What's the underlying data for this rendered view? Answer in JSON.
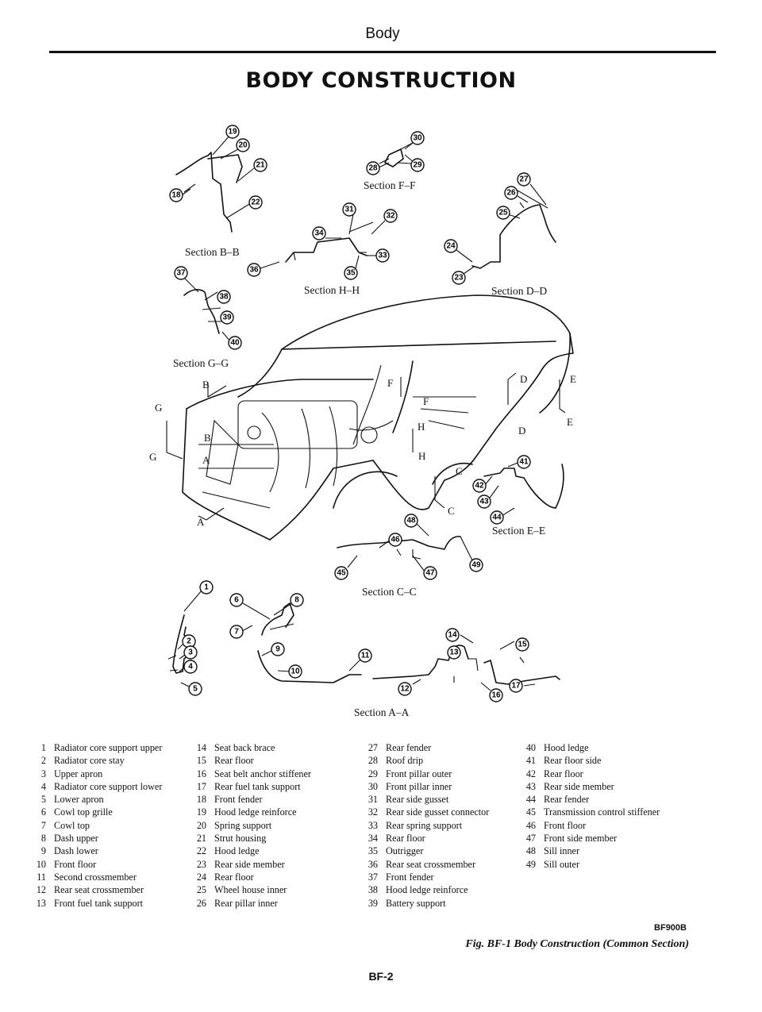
{
  "header": {
    "section": "Body"
  },
  "title": "BODY CONSTRUCTION",
  "section_labels": {
    "bb": "Section B–B",
    "ff": "Section F–F",
    "hh": "Section H–H",
    "dd": "Section D–D",
    "gg": "Section G–G",
    "ee": "Section E–E",
    "cc": "Section C–C",
    "aa": "Section A–A"
  },
  "cut_letters": [
    "B",
    "B",
    "G",
    "G",
    "A",
    "A",
    "F",
    "F",
    "H",
    "H",
    "D",
    "D",
    "E",
    "E",
    "C",
    "C"
  ],
  "callout_numbers": [
    "1",
    "2",
    "3",
    "4",
    "5",
    "6",
    "7",
    "8",
    "9",
    "10",
    "11",
    "12",
    "13",
    "14",
    "15",
    "16",
    "17",
    "18",
    "19",
    "20",
    "21",
    "22",
    "23",
    "24",
    "25",
    "26",
    "27",
    "28",
    "29",
    "30",
    "31",
    "32",
    "33",
    "34",
    "35",
    "36",
    "37",
    "38",
    "39",
    "40",
    "41",
    "42",
    "43",
    "44",
    "45",
    "46",
    "47",
    "48",
    "49"
  ],
  "legend": {
    "col1": [
      {
        "n": "1",
        "label": "Radiator core support upper"
      },
      {
        "n": "2",
        "label": "Radiator core stay"
      },
      {
        "n": "3",
        "label": "Upper apron"
      },
      {
        "n": "4",
        "label": "Radiator core support lower"
      },
      {
        "n": "5",
        "label": "Lower apron"
      },
      {
        "n": "6",
        "label": "Cowl top grille"
      },
      {
        "n": "7",
        "label": "Cowl top"
      },
      {
        "n": "8",
        "label": "Dash upper"
      },
      {
        "n": "9",
        "label": "Dash lower"
      },
      {
        "n": "10",
        "label": "Front floor"
      },
      {
        "n": "11",
        "label": "Second crossmember"
      },
      {
        "n": "12",
        "label": "Rear seat crossmember"
      },
      {
        "n": "13",
        "label": "Front fuel tank support"
      }
    ],
    "col2": [
      {
        "n": "14",
        "label": "Seat back brace"
      },
      {
        "n": "15",
        "label": "Rear floor"
      },
      {
        "n": "16",
        "label": "Seat belt anchor stiffener"
      },
      {
        "n": "17",
        "label": "Rear fuel tank support"
      },
      {
        "n": "18",
        "label": "Front fender"
      },
      {
        "n": "19",
        "label": "Hood ledge reinforce"
      },
      {
        "n": "20",
        "label": "Spring support"
      },
      {
        "n": "21",
        "label": "Strut housing"
      },
      {
        "n": "22",
        "label": "Hood ledge"
      },
      {
        "n": "23",
        "label": "Rear side member"
      },
      {
        "n": "24",
        "label": "Rear floor"
      },
      {
        "n": "25",
        "label": "Wheel house inner"
      },
      {
        "n": "26",
        "label": "Rear pillar inner"
      }
    ],
    "col3": [
      {
        "n": "27",
        "label": "Rear fender"
      },
      {
        "n": "28",
        "label": "Roof drip"
      },
      {
        "n": "29",
        "label": "Front pillar outer"
      },
      {
        "n": "30",
        "label": "Front pillar inner"
      },
      {
        "n": "31",
        "label": "Rear side gusset"
      },
      {
        "n": "32",
        "label": "Rear side gusset connector"
      },
      {
        "n": "33",
        "label": "Rear spring support"
      },
      {
        "n": "34",
        "label": "Rear floor"
      },
      {
        "n": "35",
        "label": "Outrigger"
      },
      {
        "n": "36",
        "label": "Rear seat crossmember"
      },
      {
        "n": "37",
        "label": "Front fender"
      },
      {
        "n": "38",
        "label": "Hood ledge reinforce"
      },
      {
        "n": "39",
        "label": "Battery support"
      }
    ],
    "col4": [
      {
        "n": "40",
        "label": "Hood ledge"
      },
      {
        "n": "41",
        "label": "Rear floor side"
      },
      {
        "n": "42",
        "label": "Rear floor"
      },
      {
        "n": "43",
        "label": "Rear side member"
      },
      {
        "n": "44",
        "label": "Rear fender"
      },
      {
        "n": "45",
        "label": "Transmission control stiffener"
      },
      {
        "n": "46",
        "label": "Front floor"
      },
      {
        "n": "47",
        "label": "Front side member"
      },
      {
        "n": "48",
        "label": "Sill inner"
      },
      {
        "n": "49",
        "label": "Sill outer"
      }
    ]
  },
  "figure": {
    "code": "BF900B",
    "caption": "Fig. BF-1 Body Construction (Common Section)"
  },
  "page_number": "BF-2"
}
